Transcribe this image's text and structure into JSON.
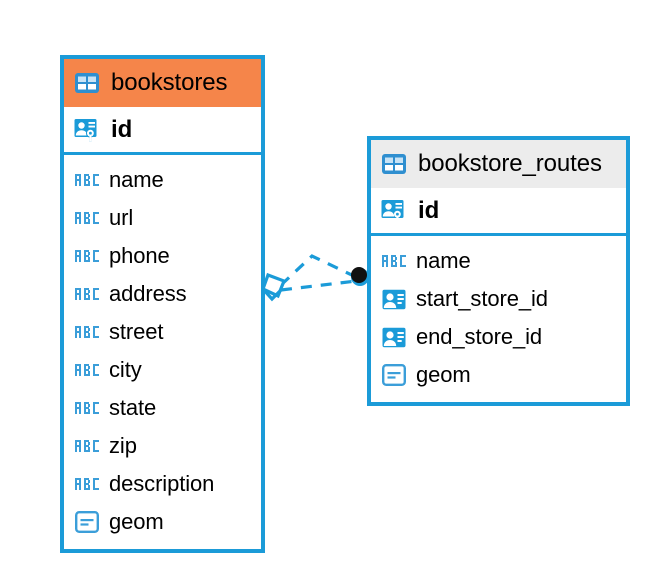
{
  "diagram": {
    "type": "entity-relationship-diagram",
    "background_color": "#ffffff",
    "accent_color": "#1b9bd8",
    "orange_color": "#f5854a",
    "gray_color": "#ececec"
  },
  "entities": [
    {
      "name": "bookstores",
      "header_style": "accent-orange",
      "table_icon": "table-grid-icon",
      "primary_key": {
        "label": "id",
        "icon": "primary-key-icon"
      },
      "fields": [
        {
          "label": "name",
          "icon": "text-abc-icon"
        },
        {
          "label": "url",
          "icon": "text-abc-icon"
        },
        {
          "label": "phone",
          "icon": "text-abc-icon"
        },
        {
          "label": "address",
          "icon": "text-abc-icon"
        },
        {
          "label": "street",
          "icon": "text-abc-icon"
        },
        {
          "label": "city",
          "icon": "text-abc-icon"
        },
        {
          "label": "state",
          "icon": "text-abc-icon"
        },
        {
          "label": "zip",
          "icon": "text-abc-icon"
        },
        {
          "label": "description",
          "icon": "text-abc-icon"
        },
        {
          "label": "geom",
          "icon": "geometry-icon"
        }
      ]
    },
    {
      "name": "bookstore_routes",
      "header_style": "accent-gray",
      "table_icon": "table-grid-icon",
      "primary_key": {
        "label": "id",
        "icon": "primary-key-icon"
      },
      "fields": [
        {
          "label": "name",
          "icon": "text-abc-icon"
        },
        {
          "label": "start_store_id",
          "icon": "foreign-key-icon"
        },
        {
          "label": "end_store_id",
          "icon": "foreign-key-icon"
        },
        {
          "label": "geom",
          "icon": "geometry-icon"
        }
      ]
    }
  ],
  "relationship": {
    "from_entity": "bookstores",
    "to_entity": "bookstore_routes",
    "from_marker": "open-diamond-marker",
    "to_marker": "filled-circle-marker",
    "line_style": "dashed",
    "line_color": "#1b9bd8"
  }
}
